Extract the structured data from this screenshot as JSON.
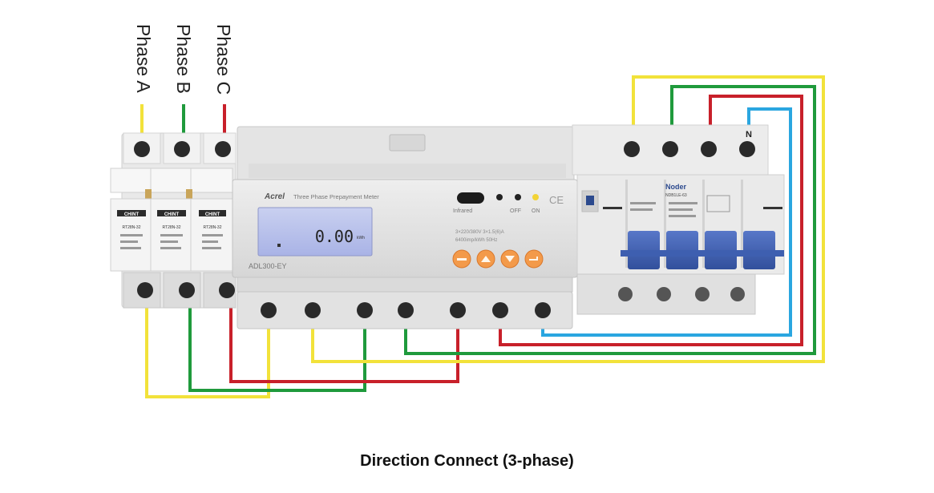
{
  "labels": {
    "phase_a": "Phase A",
    "phase_b": "Phase B",
    "phase_c": "Phase C",
    "neutral": "N"
  },
  "fuse_holder": {
    "brand": "CHINT",
    "model": "RT28N-32"
  },
  "meter": {
    "brand": "Acrel",
    "title": "Three Phase Prepayment Meter",
    "model": "ADL300-EY",
    "display_value": "0.00",
    "display_unit": "kWh",
    "infrared_label": "Infrared",
    "off_label": "OFF",
    "on_label": "ON",
    "ce_mark": "CE",
    "spec_line_1": "3×220/380V 3×1.5(6)A",
    "spec_line_2": "6400imp/kWh 50Hz"
  },
  "breaker": {
    "brand": "Noder",
    "model": "NDB1LE-63"
  },
  "caption": "Direction Connect (3-phase)",
  "colors": {
    "phase_a": "#f2e23a",
    "phase_b": "#1f9a3c",
    "phase_c": "#c8202a",
    "neutral": "#2aa6e0",
    "button": "#f39a4a",
    "breaker_handle": "#3e5fb0"
  }
}
